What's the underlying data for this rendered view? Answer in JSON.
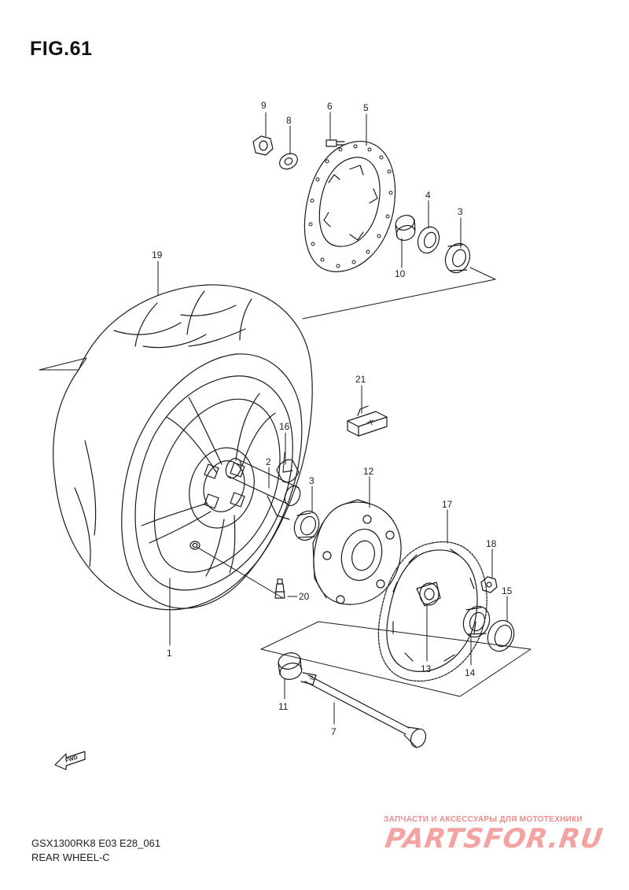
{
  "figure": {
    "title": "FIG.61",
    "model_code": "GSX1300RK8 E03 E28_061",
    "section_name": "REAR WHEEL-C"
  },
  "fwd_arrow": {
    "icon": "fwd-arrow-icon",
    "text": "FWD"
  },
  "watermark": {
    "tagline": "ЗАПЧАСТИ И АКСЕССУАРЫ ДЛЯ МОТОТЕХНИКИ",
    "brand": "PARTSFOR.RU",
    "color": "#f4a2a2"
  },
  "callouts": [
    {
      "id": "c9",
      "label": "9"
    },
    {
      "id": "c8",
      "label": "8"
    },
    {
      "id": "c6",
      "label": "6"
    },
    {
      "id": "c5",
      "label": "5"
    },
    {
      "id": "c4",
      "label": "4"
    },
    {
      "id": "c3a",
      "label": "3"
    },
    {
      "id": "c10",
      "label": "10"
    },
    {
      "id": "c19",
      "label": "19"
    },
    {
      "id": "c21",
      "label": "21"
    },
    {
      "id": "c16",
      "label": "16"
    },
    {
      "id": "c2",
      "label": "2"
    },
    {
      "id": "c3b",
      "label": "3"
    },
    {
      "id": "c12",
      "label": "12"
    },
    {
      "id": "c17",
      "label": "17"
    },
    {
      "id": "c18",
      "label": "18"
    },
    {
      "id": "c15",
      "label": "15"
    },
    {
      "id": "c20",
      "label": "20"
    },
    {
      "id": "c1",
      "label": "1"
    },
    {
      "id": "c13",
      "label": "13"
    },
    {
      "id": "c14",
      "label": "14"
    },
    {
      "id": "c11",
      "label": "11"
    },
    {
      "id": "c7",
      "label": "7"
    }
  ]
}
